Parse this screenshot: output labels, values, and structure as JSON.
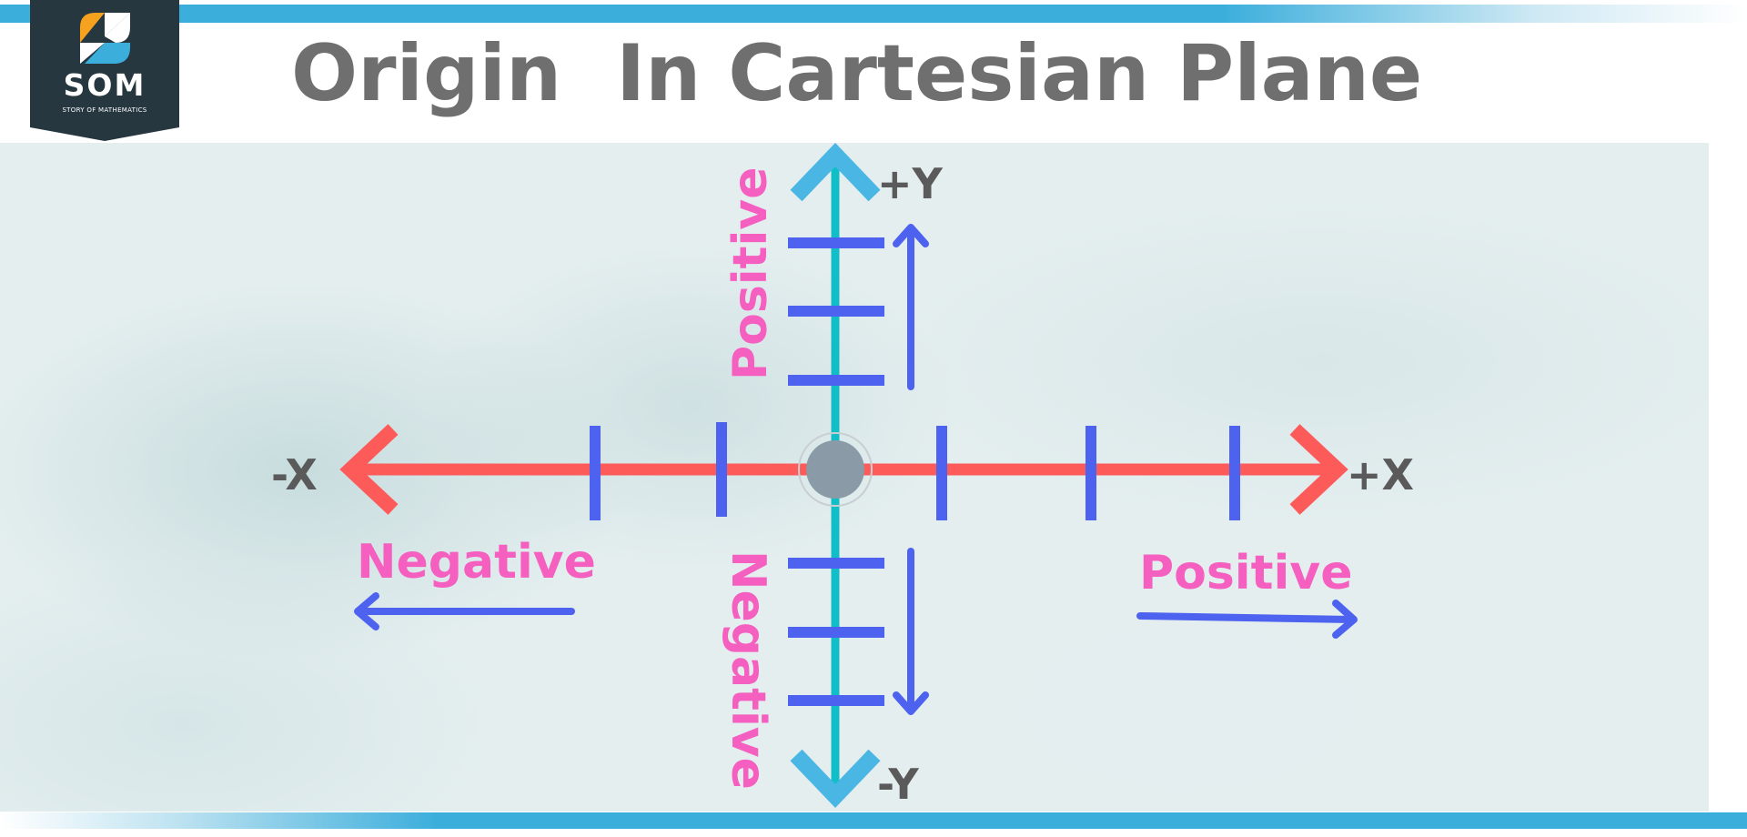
{
  "logo": {
    "name": "SOM",
    "tagline": "STORY OF MATHEMATICS"
  },
  "title": "Origin  In Cartesian Plane",
  "axes": {
    "pos_x": "+X",
    "neg_x": "-X",
    "pos_y": "+Y",
    "neg_y": "-Y"
  },
  "directions": {
    "x_negative": "Negative",
    "x_positive": "Positive",
    "y_positive": "Positive",
    "y_negative": "Negative"
  },
  "colors": {
    "x_axis": "#fd5a5a",
    "y_axis": "#11bec8",
    "arrowheads_y": "#49b6e4",
    "ticks": "#4d62ee",
    "direction_arrows": "#4d62ee",
    "direction_labels": "#f45fc0",
    "origin": "#8a9aa6",
    "title": "#6f6f6f",
    "top_bar": "#3caedc",
    "logo_bg": "#263740"
  }
}
